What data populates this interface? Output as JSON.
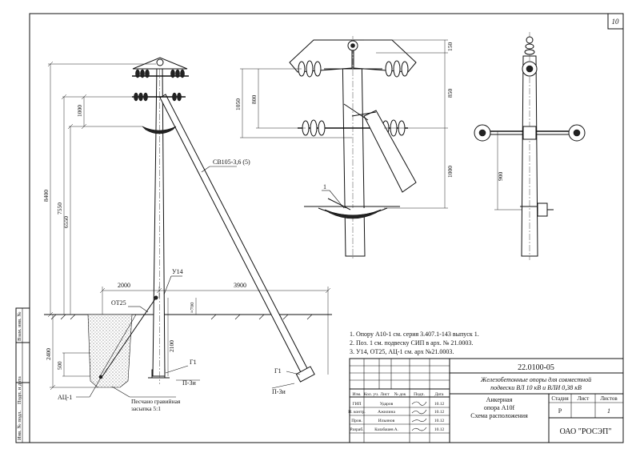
{
  "sheet_number": "10",
  "left_view": {
    "dimensions": {
      "h_8400": "8400",
      "h_7550": "7550",
      "h_6550": "6550",
      "h_1000": "1000",
      "depth_2400": "2400",
      "depth_2100": "2100",
      "h_500": "500",
      "h_700": "≈700",
      "span_2000": "2000",
      "span_3900": "3900"
    },
    "labels": {
      "brace": "СВ105-3,6 (5)",
      "u14": "У14",
      "ot25": "ОТ25",
      "g1_foot": "Г1",
      "p3i_foot": "П-3и",
      "g1_brace": "Г1",
      "p3i_brace": "П-3и",
      "atsl": "АЦ-1",
      "sand_line1": "Песчано гравийная",
      "sand_line2": "засыпка 5:1"
    }
  },
  "middle_view": {
    "dimensions": {
      "d_150": "150",
      "d_850": "850",
      "d_1000": "1000",
      "d_800": "800",
      "d_1050": "1050"
    },
    "labels": {
      "callout_1": "1"
    }
  },
  "right_view": {
    "dimensions": {
      "d_900": "900"
    }
  },
  "notes": [
    "1. Опору А10-1 см. серия 3.407.1-143 выпуск 1.",
    "2. Поз. 1 см. подвеску СИП в арх. № 21.0003.",
    "3. У14, ОТ25, АЦ-1 см. арх №21.0003."
  ],
  "title_block": {
    "doc_code": "22.0100-05",
    "title_line1": "Железобетонные опоры для совместной",
    "title_line2": "подвески ВЛ 10 кВ и ВЛИ 0,38 кВ",
    "sub_line1": "Анкерная",
    "sub_line2": "опора А10f",
    "sub_line3": "Схема расположения",
    "head_cols": [
      "Изм.",
      "Кол. уч.",
      "Лист",
      "№ док",
      "Подп.",
      "Дата"
    ],
    "roles": [
      "ГИП",
      "Н. контр.",
      "Пров.",
      "Разраб."
    ],
    "names": [
      "Ударов",
      "Ажилина",
      "Ильинов",
      "Калабашев А."
    ],
    "dates": [
      "10.12",
      "10.12",
      "10.12",
      "10.12"
    ],
    "stage_label": "Стадия",
    "sheet_label": "Лист",
    "sheets_label": "Листов",
    "stage_value": "Р",
    "sheet_value": "",
    "sheets_value": "1",
    "org": "ОАО \"РОСЭП\""
  },
  "side_stamp": [
    "Инв. № подл.",
    "Подп. и дата",
    "Взам. инв. №"
  ]
}
